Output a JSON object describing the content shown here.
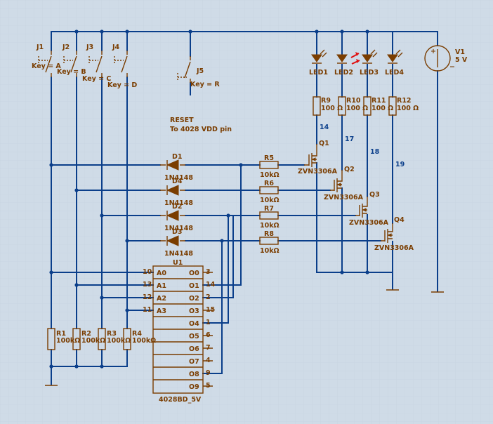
{
  "switches": [
    {
      "ref": "J1",
      "key": "Key = A"
    },
    {
      "ref": "J2",
      "key": "Key = B"
    },
    {
      "ref": "J3",
      "key": "Key = C"
    },
    {
      "ref": "J4",
      "key": "Key = D"
    },
    {
      "ref": "J5",
      "key": "Key = R"
    }
  ],
  "reset_note": {
    "line1": "RESET",
    "line2": "To 4028 VDD pin"
  },
  "source": {
    "ref": "V1",
    "value": "5 V",
    "plus": "+",
    "minus": "−"
  },
  "leds": [
    "LED1",
    "LED2",
    "LED3",
    "LED4"
  ],
  "top_resistors": [
    {
      "ref": "R9",
      "value": "100 Ω"
    },
    {
      "ref": "R10",
      "value": "100 Ω"
    },
    {
      "ref": "R11",
      "value": "100 Ω"
    },
    {
      "ref": "R12",
      "value": "100 Ω"
    }
  ],
  "net_labels": [
    "14",
    "17",
    "18",
    "19"
  ],
  "transistors": [
    {
      "ref": "Q1",
      "part": "ZVN3306A"
    },
    {
      "ref": "Q2",
      "part": "ZVN3306A"
    },
    {
      "ref": "Q3",
      "part": "ZVN3306A"
    },
    {
      "ref": "Q4",
      "part": "ZVN3306A"
    }
  ],
  "diodes": [
    {
      "ref": "D1",
      "part": "1N4148"
    },
    {
      "ref": "D4",
      "part": "1N4148"
    },
    {
      "ref": "D2",
      "part": "1N4148"
    },
    {
      "ref": "D3",
      "part": "1N4148"
    }
  ],
  "gate_resistors": [
    {
      "ref": "R5",
      "value": "10kΩ"
    },
    {
      "ref": "R6",
      "value": "10kΩ"
    },
    {
      "ref": "R7",
      "value": "10kΩ"
    },
    {
      "ref": "R8",
      "value": "10kΩ"
    }
  ],
  "pulldown_resistors": [
    {
      "ref": "R1",
      "value": "100kΩ"
    },
    {
      "ref": "R2",
      "value": "100kΩ"
    },
    {
      "ref": "R3",
      "value": "100kΩ"
    },
    {
      "ref": "R4",
      "value": "100kΩ"
    }
  ],
  "ic": {
    "ref": "U1",
    "part": "4028BD_5V",
    "inputs": [
      {
        "name": "A0",
        "pin": "10"
      },
      {
        "name": "A1",
        "pin": "13"
      },
      {
        "name": "A2",
        "pin": "12"
      },
      {
        "name": "A3",
        "pin": "11"
      }
    ],
    "outputs": [
      {
        "name": "O0",
        "pin": "3"
      },
      {
        "name": "O1",
        "pin": "14"
      },
      {
        "name": "O2",
        "pin": "2"
      },
      {
        "name": "O3",
        "pin": "15"
      },
      {
        "name": "O4",
        "pin": "1"
      },
      {
        "name": "O5",
        "pin": "6"
      },
      {
        "name": "O6",
        "pin": "7"
      },
      {
        "name": "O7",
        "pin": "4"
      },
      {
        "name": "O8",
        "pin": "9"
      },
      {
        "name": "O9",
        "pin": "5"
      }
    ]
  },
  "colors": {
    "wire": "#0a3e8a",
    "component": "#7a3d00",
    "background": "#cfdbe7",
    "led_arrow": "#e01010"
  }
}
